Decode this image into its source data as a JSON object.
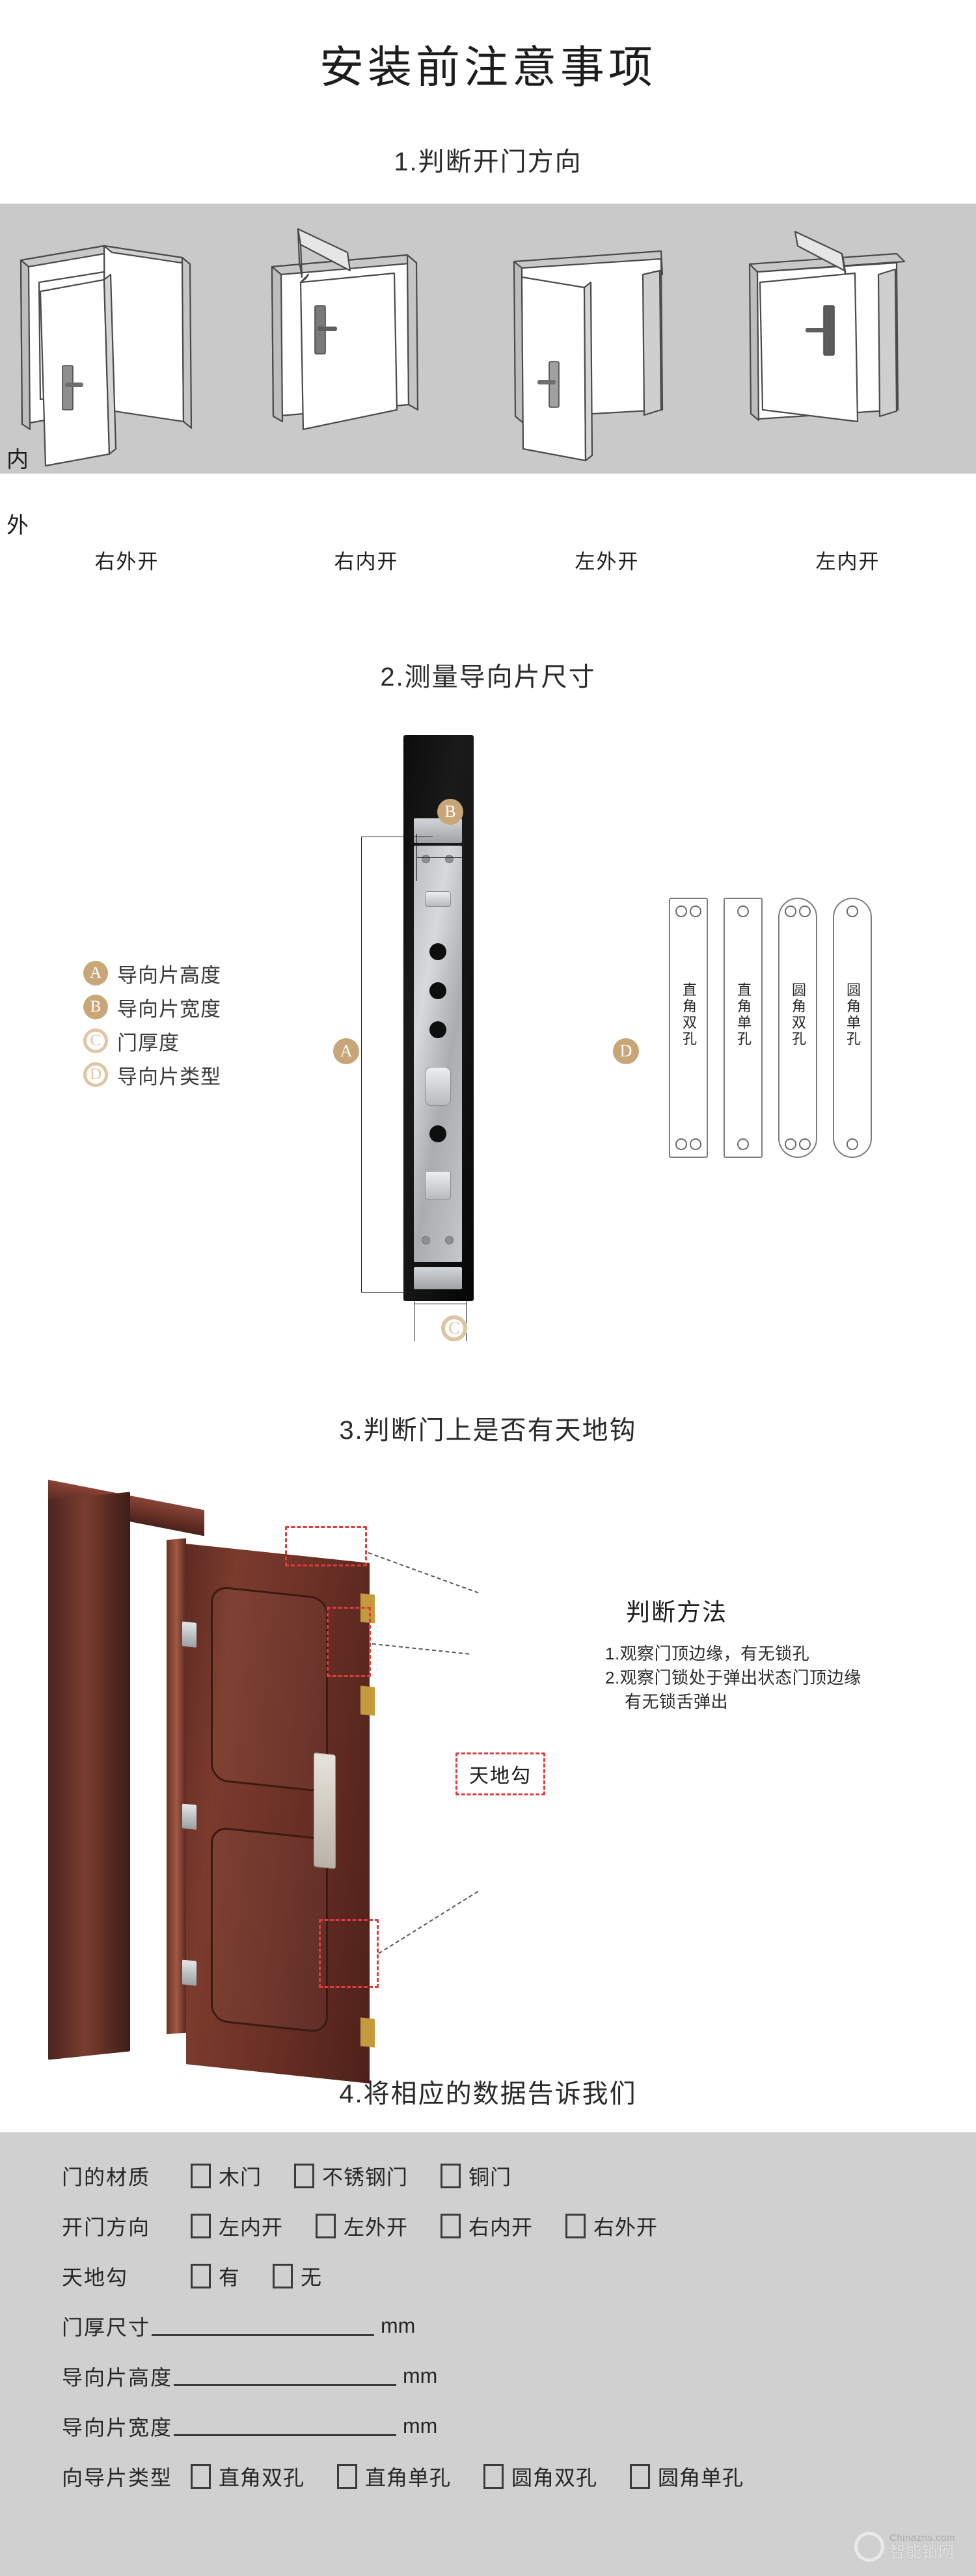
{
  "title": "安装前注意事项",
  "sections": [
    {
      "heading": "1.判断开门方向"
    },
    {
      "heading": "2.测量导向片尺寸"
    },
    {
      "heading": "3.判断门上是否有天地钩"
    },
    {
      "heading": "4.将相应的数据告诉我们"
    }
  ],
  "door_direction": {
    "inside_label": "内",
    "outside_label": "外",
    "captions": [
      "右外开",
      "右内开",
      "左外开",
      "左内开"
    ]
  },
  "measure": {
    "legend": [
      {
        "key": "A",
        "label": "导向片高度",
        "style": "solid"
      },
      {
        "key": "B",
        "label": "导向片宽度",
        "style": "solid"
      },
      {
        "key": "C",
        "label": "门厚度",
        "style": "ring"
      },
      {
        "key": "D",
        "label": "导向片类型",
        "style": "ring"
      }
    ],
    "markers": {
      "a": "A",
      "b": "B",
      "c": "C",
      "d": "D"
    },
    "plate_types": [
      "直角双孔",
      "直角单孔",
      "圆角双孔",
      "圆角单孔"
    ]
  },
  "hook_check": {
    "callout": "天地勾",
    "method_title": "判断方法",
    "method_items": [
      "1.观察门顶边缘，有无锁孔",
      "2.观察门锁处于弹出状态门顶边缘"
    ],
    "method_continuation": "有无锁舌弹出"
  },
  "form": {
    "rows": [
      {
        "label": "门的材质",
        "type": "checkbox",
        "options": [
          "木门",
          "不锈钢门",
          "铜门"
        ]
      },
      {
        "label": "开门方向",
        "type": "checkbox",
        "options": [
          "左内开",
          "左外开",
          "右内开",
          "右外开"
        ]
      },
      {
        "label": "天地勾",
        "type": "checkbox",
        "options": [
          "有",
          "无"
        ]
      },
      {
        "label": "门厚尺寸",
        "type": "fill",
        "unit": "mm"
      },
      {
        "label": "导向片高度",
        "type": "fill",
        "unit": "mm"
      },
      {
        "label": "导向片宽度",
        "type": "fill",
        "unit": "mm"
      },
      {
        "label": "向导片类型",
        "type": "checkbox",
        "options": [
          "直角双孔",
          "直角单孔",
          "圆角双孔",
          "圆角单孔"
        ]
      }
    ]
  },
  "watermark": {
    "site": "Chinazns.com",
    "name": "智能锁网"
  },
  "colors": {
    "band_gray": "#c9c9c9",
    "form_gray": "#d0d0d0",
    "badge_tan": "#c9a678",
    "badge_ring": "#ddc4a2",
    "callout_red": "#e03b3b",
    "door_wood": "#6b3026"
  }
}
